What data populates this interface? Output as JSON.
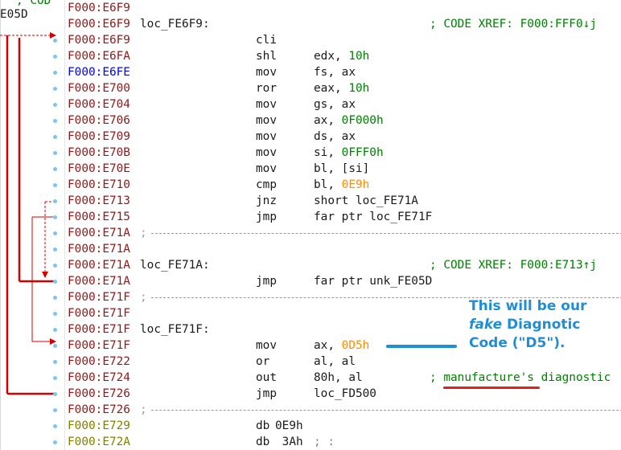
{
  "gutter": {
    "top_text": "; COD",
    "left_label": "E05D"
  },
  "rows": [
    {
      "addr": "F000:E6F9",
      "kind": "plain"
    },
    {
      "addr": "F000:E6F9",
      "kind": "label",
      "label": "loc_FE6F9:",
      "xref": "; CODE XREF: F000:FFF0↓j"
    },
    {
      "addr": "F000:E6F9",
      "kind": "ins",
      "mn": "cli",
      "op": ""
    },
    {
      "addr": "F000:E6FA",
      "kind": "ins",
      "mn": "shl",
      "op": "edx, ",
      "num": "10h",
      "numclass": "num"
    },
    {
      "addr": "F000:E6FE",
      "kind": "ins",
      "mn": "mov",
      "op": "fs, ax",
      "addrclass": "blue"
    },
    {
      "addr": "F000:E700",
      "kind": "ins",
      "mn": "ror",
      "op": "eax, ",
      "num": "10h",
      "numclass": "num"
    },
    {
      "addr": "F000:E704",
      "kind": "ins",
      "mn": "mov",
      "op": "gs, ax"
    },
    {
      "addr": "F000:E706",
      "kind": "ins",
      "mn": "mov",
      "op": "ax, ",
      "num": "0F000h",
      "numclass": "num"
    },
    {
      "addr": "F000:E709",
      "kind": "ins",
      "mn": "mov",
      "op": "ds, ax"
    },
    {
      "addr": "F000:E70B",
      "kind": "ins",
      "mn": "mov",
      "op": "si, ",
      "num": "0FFF0h",
      "numclass": "num"
    },
    {
      "addr": "F000:E70E",
      "kind": "ins",
      "mn": "mov",
      "op": "bl, [si]"
    },
    {
      "addr": "F000:E710",
      "kind": "ins",
      "mn": "cmp",
      "op": "bl, ",
      "num": "0E9h",
      "numclass": "numo"
    },
    {
      "addr": "F000:E713",
      "kind": "ins",
      "mn": "jnz",
      "op": "short loc_FE71A"
    },
    {
      "addr": "F000:E715",
      "kind": "ins",
      "mn": "jmp",
      "op": "far ptr loc_FE71F"
    },
    {
      "addr": "F000:E71A",
      "kind": "sep",
      "text": ";"
    },
    {
      "addr": "F000:E71A",
      "kind": "plain"
    },
    {
      "addr": "F000:E71A",
      "kind": "label",
      "label": "loc_FE71A:",
      "xref": "; CODE XREF: F000:E713↑j"
    },
    {
      "addr": "F000:E71A",
      "kind": "ins",
      "mn": "jmp",
      "op": "far ptr unk_FE05D"
    },
    {
      "addr": "F000:E71F",
      "kind": "sep",
      "text": ";"
    },
    {
      "addr": "F000:E71F",
      "kind": "plain"
    },
    {
      "addr": "F000:E71F",
      "kind": "label",
      "label": "loc_FE71F:",
      "xref": ""
    },
    {
      "addr": "F000:E71F",
      "kind": "ins",
      "mn": "mov",
      "op": "ax, ",
      "num": "0D5h",
      "numclass": "numo"
    },
    {
      "addr": "F000:E722",
      "kind": "ins",
      "mn": "or",
      "op": "al, al"
    },
    {
      "addr": "F000:E724",
      "kind": "ins",
      "mn": "out",
      "op": "80h, al",
      "cmt": "; manufacture's diagnostic"
    },
    {
      "addr": "F000:E726",
      "kind": "ins",
      "mn": "jmp",
      "op": "loc_FD500"
    },
    {
      "addr": "F000:E726",
      "kind": "sep",
      "text": ";"
    },
    {
      "addr": "F000:E729",
      "kind": "ins",
      "mn": "db",
      "op": "",
      "num": "0E9h",
      "numclass": "plainnum",
      "addrclass": "olive"
    },
    {
      "addr": "F000:E72A",
      "kind": "ins",
      "mn": "db",
      "op": "",
      "num": " 3Ah",
      "numclass": "plainnum",
      "addrclass": "olive",
      "cmt": "; :"
    }
  ],
  "annotation": {
    "line1": "This will be our",
    "fake_word": "fake",
    "line2_rest": " Diagnotic",
    "line3": "Code  (\"D5\").",
    "color": "#1e8fd6",
    "underline_color": "#e02020"
  },
  "colors": {
    "jump_arrow": "#d40000",
    "dot": "#7fc4f0",
    "address": "#8b1a1a"
  }
}
